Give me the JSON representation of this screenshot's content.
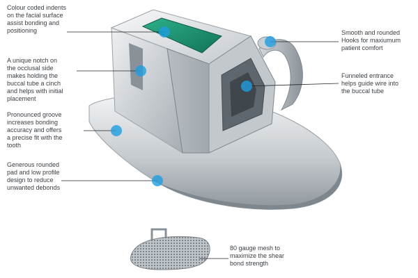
{
  "colors": {
    "callout_dot": "#1e9ee0",
    "leader_line": "#222222",
    "indent_green": "#1f9a78",
    "metal_light": "#e9ecee",
    "metal_dark": "#8d949b",
    "text": "#3a3f44"
  },
  "callouts": [
    {
      "id": "colour-coded-indents",
      "lines": [
        "Colour coded indents",
        "on the facial surface",
        "assist bonding and",
        "positioning"
      ]
    },
    {
      "id": "occlusal-notch",
      "lines": [
        "A unique notch on",
        "the occlusal side",
        "makes holding the",
        "buccal tube a cinch",
        "and helps with initial",
        "placement"
      ]
    },
    {
      "id": "pronounced-groove",
      "lines": [
        "Pronounced groove",
        "increases bonding",
        "accuracy and offers",
        "a precise fit with the",
        "tooth"
      ]
    },
    {
      "id": "rounded-pad",
      "lines": [
        "Generous rounded",
        "pad and low profile",
        "design to reduce",
        "unwanted debonds"
      ]
    },
    {
      "id": "rounded-hooks",
      "lines": [
        "Smooth and rounded",
        "Hooks for maxiumum",
        "patient comfort"
      ]
    },
    {
      "id": "funneled-entrance",
      "lines": [
        "Funneled entrance",
        "helps guide wire into",
        "the buccal tube"
      ]
    },
    {
      "id": "gauge-mesh",
      "lines": [
        "80 gauge mesh to",
        "maximize the shear",
        "bond strength"
      ]
    }
  ]
}
